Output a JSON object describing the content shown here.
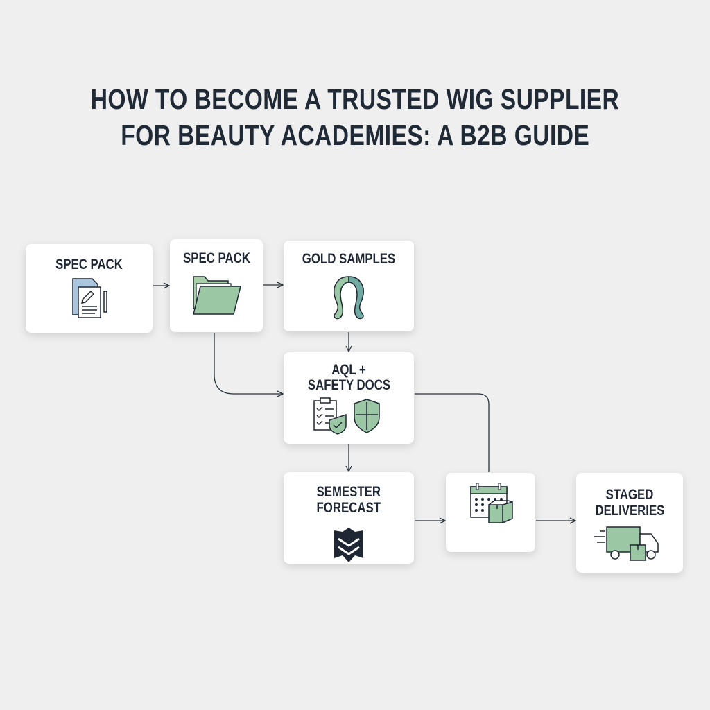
{
  "title": {
    "line1": "HOW TO BECOME A TRUSTED WIG SUPPLIER",
    "line2": "FOR BEAUTY ACADEMIES: A B2B GUIDE"
  },
  "nodes": [
    {
      "label": "SPEC PACK",
      "icon": "document-pencil-icon"
    },
    {
      "label": "SPEC PACK",
      "icon": "folder-icon"
    },
    {
      "label": "GOLD SAMPLES",
      "icon": "wig-icon"
    },
    {
      "label_line1": "AQL +",
      "label_line2": "SAFETY DOCS",
      "icon": "checklist-shield-icon"
    },
    {
      "label_line1": "SEMESTER",
      "label_line2": "FORECAST",
      "icon": "layers-chevron-icon"
    },
    {
      "label": "",
      "icon": "calendar-box-icon"
    },
    {
      "label_line1": "STAGED",
      "label_line2": "DELIVERIES",
      "icon": "delivery-truck-icon"
    }
  ],
  "colors": {
    "background": "#efefef",
    "accent_green": "#8fbf9c",
    "accent_blue": "#a9c6de",
    "text": "#1e2733"
  }
}
